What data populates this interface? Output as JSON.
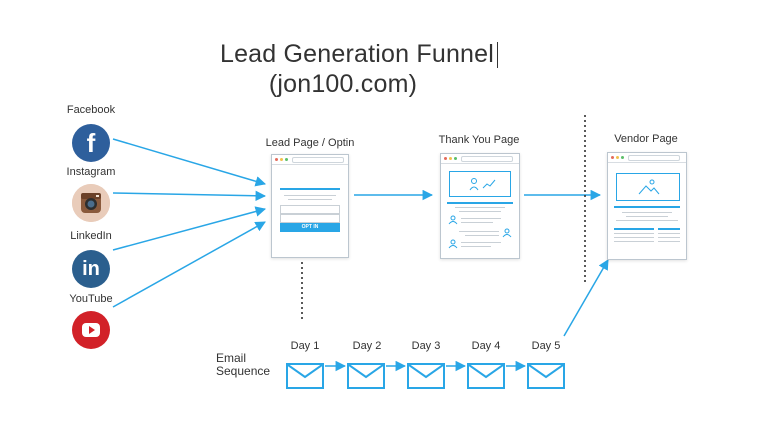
{
  "title": {
    "line1": "Lead Generation Funnel",
    "line2": "(jon100.com)"
  },
  "sources": [
    {
      "label": "Facebook",
      "icon": "facebook-icon",
      "glyph": "f"
    },
    {
      "label": "Instagram",
      "icon": "instagram-icon"
    },
    {
      "label": "LinkedIn",
      "icon": "linkedin-icon",
      "glyph": "in"
    },
    {
      "label": "YouTube",
      "icon": "youtube-icon"
    }
  ],
  "pages": {
    "lead_page": {
      "label": "Lead Page / Optin",
      "button_label": "OPT IN"
    },
    "thank_you_page": {
      "label": "Thank You Page"
    },
    "vendor_page": {
      "label": "Vendor Page"
    }
  },
  "email_sequence": {
    "label_line1": "Email",
    "label_line2": "Sequence",
    "days": [
      "Day 1",
      "Day 2",
      "Day 3",
      "Day 4",
      "Day 5"
    ]
  },
  "colors": {
    "arrow": "#29a6e6",
    "facebook": "#2e5f9c",
    "linkedin": "#2b5f8e",
    "youtube": "#d22128"
  }
}
